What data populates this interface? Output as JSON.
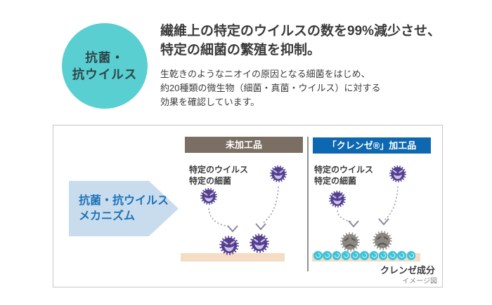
{
  "badge": {
    "line1": "抗菌・",
    "line2": "抗ウイルス",
    "bg_color": "#59cfd1",
    "text_color": "#2d4549"
  },
  "headline": {
    "line1": "繊維上の特定のウイルスの数を99%減少させ、",
    "line2": "特定の細菌の繁殖を抑制。",
    "color": "#3a3a3a"
  },
  "description": {
    "line1": "生乾きのようなニオイの原因となる細菌をはじめ、",
    "line2": "約20種類の微生物（細菌・真菌・ウイルス）に対する",
    "line3": "効果を確認しています。"
  },
  "diagram": {
    "arrow": {
      "line1": "抗菌・抗ウイルス",
      "line2": "メカニズム",
      "bg_color": "#c9dcee",
      "text_color": "#1b72b8"
    },
    "untreated": {
      "header": "未加工品",
      "header_bg": "#7b6e63",
      "target_line1": "特定のウイルス",
      "target_line2": "特定の細菌"
    },
    "treated": {
      "header": "「クレンゼ®」加工品",
      "header_bg": "#0d68b1",
      "target_line1": "特定のウイルス",
      "target_line2": "特定の細菌",
      "component_label": "クレンゼ成分",
      "component_count": 11
    },
    "note": "イメージ図",
    "colors": {
      "virus_active": "#54408f",
      "virus_inactivated": "#8b8781",
      "fabric_bar": "#f6dcc2",
      "component": "#3fc3da"
    }
  }
}
